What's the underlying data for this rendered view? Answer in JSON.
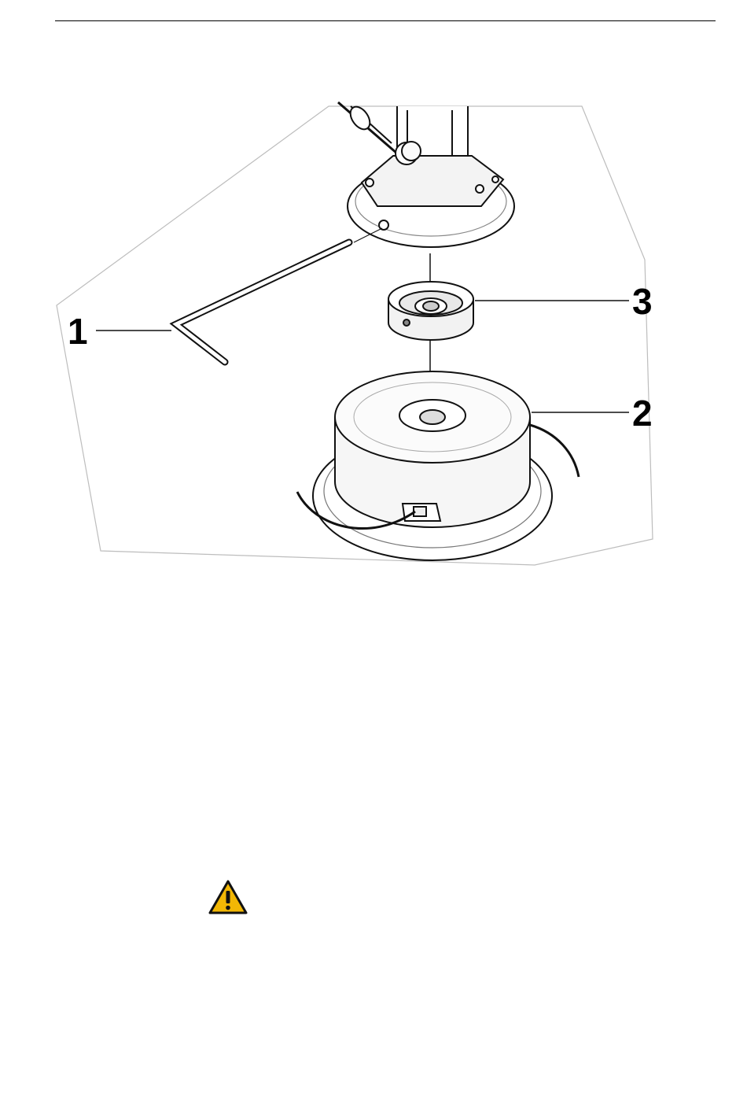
{
  "figure": {
    "callouts": [
      {
        "id": "1",
        "label": "1"
      },
      {
        "id": "2",
        "label": "2"
      },
      {
        "id": "3",
        "label": "3"
      }
    ],
    "parts": [
      "hex-key",
      "trimmer-head",
      "adapter-ring",
      "gear-head"
    ]
  },
  "warning": {
    "icon": "warning-triangle-icon",
    "color": "#F2B705"
  }
}
